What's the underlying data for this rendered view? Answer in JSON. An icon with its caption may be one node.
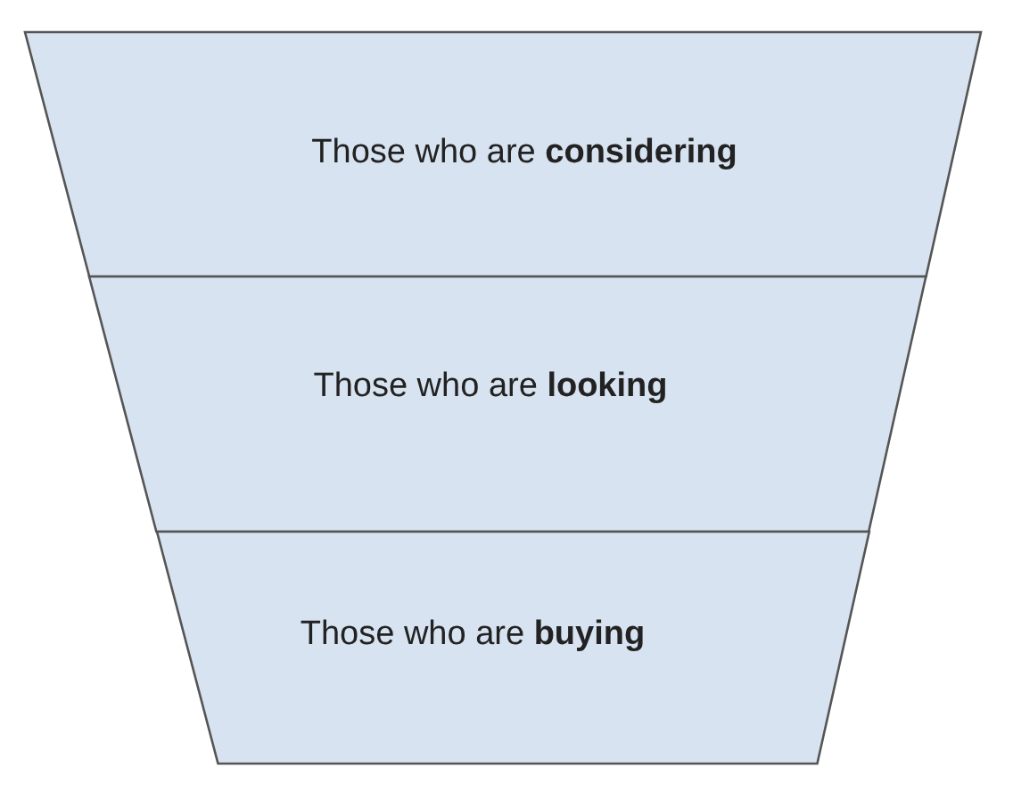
{
  "diagram": {
    "nodes": [
      {
        "text": [
          "Those who are **considering**"
        ]
      },
      {
        "text": [
          "Those who are **looking**"
        ]
      },
      {
        "text": [
          "Those who are **buying**"
        ]
      }
    ]
  }
}
